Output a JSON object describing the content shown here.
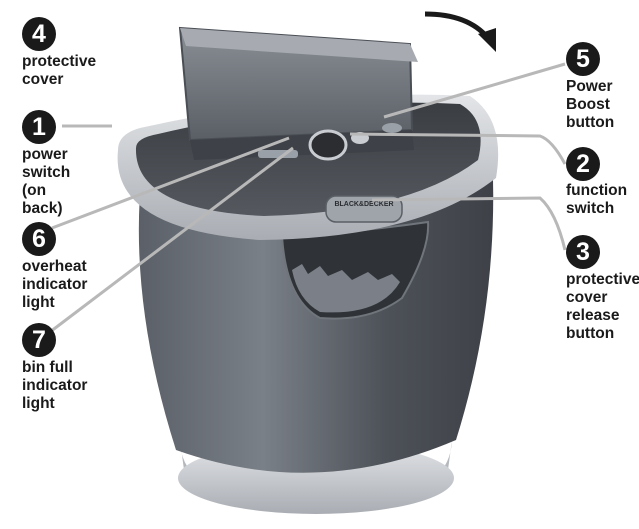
{
  "palette": {
    "badge": "#1a1a1a",
    "leader_line": "#b8b8b8",
    "body_dark": "#4a4e55",
    "body_light": "#9aa0a8",
    "trim_silver": "#c9ccd1"
  },
  "product": {
    "brand": "BLACK&DECKER"
  },
  "callouts": {
    "c1": {
      "number": "1",
      "text": "power\nswitch\n(on back)"
    },
    "c2": {
      "number": "2",
      "text": "function\nswitch"
    },
    "c3": {
      "number": "3",
      "text": "protective\ncover\nrelease\nbutton"
    },
    "c4": {
      "number": "4",
      "text": "protective cover"
    },
    "c5": {
      "number": "5",
      "text": "Power\nBoost\nbutton"
    },
    "c6": {
      "number": "6",
      "text": "overheat\nindicator\nlight"
    },
    "c7": {
      "number": "7",
      "text": "bin full\nindicator\nlight"
    }
  }
}
